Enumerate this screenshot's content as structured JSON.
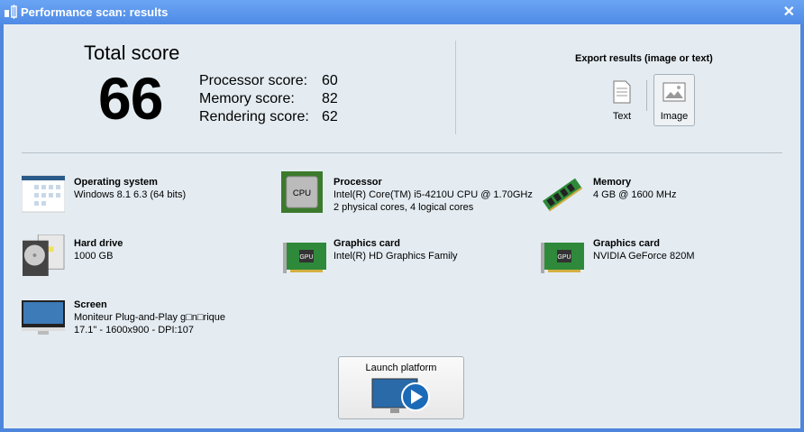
{
  "window": {
    "title": "Performance scan: results",
    "close": "✕"
  },
  "scores": {
    "total_label": "Total score",
    "total": "66",
    "rows": [
      {
        "label": "Processor score:",
        "value": "60"
      },
      {
        "label": "Memory score:",
        "value": "82"
      },
      {
        "label": "Rendering score:",
        "value": "62"
      }
    ]
  },
  "export": {
    "title": "Export results (image or text)",
    "text": "Text",
    "image": "Image"
  },
  "items": [
    {
      "title": "Operating system",
      "lines": [
        "Windows 8.1 6.3 (64 bits)"
      ]
    },
    {
      "title": "Processor",
      "lines": [
        "Intel(R) Core(TM) i5-4210U CPU @ 1.70GHz",
        "2 physical cores, 4 logical cores"
      ],
      "icon_text": "CPU"
    },
    {
      "title": "Memory",
      "lines": [
        "4 GB @ 1600 MHz"
      ]
    },
    {
      "title": "Hard drive",
      "lines": [
        "1000 GB"
      ]
    },
    {
      "title": "Graphics card",
      "lines": [
        "Intel(R) HD Graphics Family"
      ],
      "icon_text": "GPU"
    },
    {
      "title": "Graphics card",
      "lines": [
        "NVIDIA GeForce 820M"
      ],
      "icon_text": "GPU"
    },
    {
      "title": "Screen",
      "lines": [
        "Moniteur Plug-and-Play g□n□rique",
        "17.1\" - 1600x900 - DPI:107"
      ]
    }
  ],
  "launch": {
    "label": "Launch platform"
  }
}
